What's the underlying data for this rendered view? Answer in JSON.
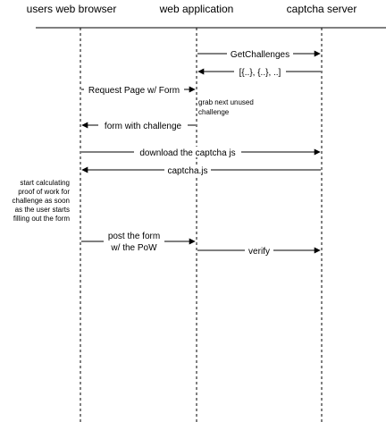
{
  "participants": {
    "browser": "users web browser",
    "webapp": "web application",
    "captcha": "captcha server"
  },
  "messages": {
    "get_challenges": "GetChallenges",
    "challenge_list": "[{..}, {..}, ..]",
    "request_page": "Request Page w/ Form",
    "form_with_challenge": "form with challenge",
    "download_js": "download the captcha js",
    "captcha_js": "captcha.js",
    "post_form_line1": "post the form",
    "post_form_line2": "w/ the PoW",
    "verify": "verify"
  },
  "notes": {
    "grab_line1": "grab next unused",
    "grab_line2": "challenge",
    "pow_line1": "start calculating",
    "pow_line2": "proof of work for",
    "pow_line3": "challenge as soon",
    "pow_line4": "as the user starts",
    "pow_line5": "filling out the form"
  },
  "colors": {
    "line": "#000000",
    "background": "#ffffff"
  }
}
